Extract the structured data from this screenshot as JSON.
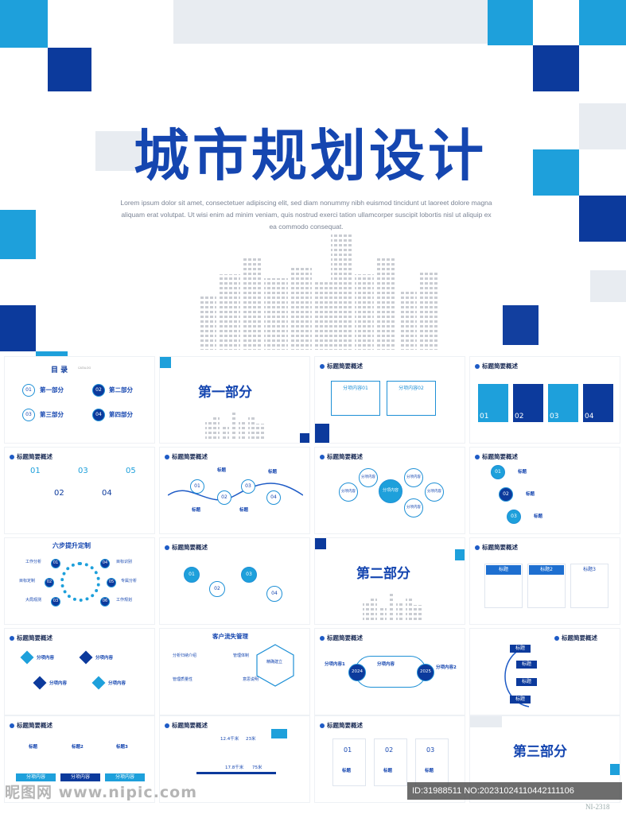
{
  "hero": {
    "title": "城市规划设计",
    "subtitle": "Lorem ipsum dolor sit amet, consectetuer adipiscing elit, sed diam nonummy nibh euismod tincidunt ut laoreet dolore magna aliquam erat volutpat. Ut wisi enim ad minim veniam, quis nostrud exerci tation ullamcorper suscipit lobortis nisl ut aliquip ex ea commodo consequat."
  },
  "colors": {
    "navy": "#0c3a9c",
    "cyan": "#1ea0db",
    "gray": "#e8ecf1",
    "title": "#1546b0"
  },
  "toc": {
    "heading": "目 录",
    "heading_en": "CATALOG",
    "items": [
      {
        "num": "01",
        "label": "第一部分"
      },
      {
        "num": "02",
        "label": "第二部分"
      },
      {
        "num": "03",
        "label": "第三部分"
      },
      {
        "num": "04",
        "label": "第四部分"
      }
    ]
  },
  "slide_header": "标题简要概述",
  "section": {
    "one": "第一部分",
    "two": "第二部分",
    "three": "第三部分"
  },
  "split": {
    "a": "分项内容01",
    "b": "分项内容02"
  },
  "arrow_nums": [
    "01",
    "02",
    "03",
    "04"
  ],
  "columns_nums": [
    "01",
    "02",
    "03",
    "04",
    "05"
  ],
  "wave": {
    "nums": [
      "01",
      "02",
      "03",
      "04"
    ],
    "label": "标题"
  },
  "petals": {
    "center": "分项内容",
    "items": [
      "分项内容",
      "分项内容",
      "分项内容",
      "分项内容",
      "分项内容"
    ]
  },
  "hex": {
    "nums": [
      "01",
      "02",
      "03"
    ],
    "label": "标题"
  },
  "six_steps": {
    "title": "六步提升定制",
    "nums": [
      "01",
      "02",
      "03",
      "04",
      "05",
      "06"
    ],
    "labels": [
      "工作分析",
      "目标定制",
      "大局观测",
      "目标识别",
      "专属分析",
      "工作规划"
    ]
  },
  "dots4": {
    "nums": [
      "01",
      "02",
      "03",
      "04"
    ],
    "label": "标题"
  },
  "cards3": {
    "items": [
      "标题",
      "标题2",
      "标题3"
    ]
  },
  "diamond": {
    "items": [
      "分项内容",
      "分项内容",
      "分项内容",
      "分项内容"
    ]
  },
  "customer": {
    "title": "客户流失管理",
    "items": [
      "分析归纳介绍",
      "管理质量性",
      "管理体制",
      "精确建立",
      "意思说明"
    ]
  },
  "timeline": {
    "left": "分项内容1",
    "center": "分项内容",
    "right": "分项内容2",
    "y1": "2024",
    "y2": "2025"
  },
  "branch": {
    "label": "标题"
  },
  "bottom_cards": {
    "items": [
      "标题",
      "标题2",
      "标题3"
    ],
    "button": "分项内容"
  },
  "run": {
    "a": "12.4千米",
    "b": "23米",
    "c": "17.8千米",
    "d": "75米"
  },
  "clouds": {
    "nums": [
      "01",
      "02",
      "03"
    ],
    "label": "标题"
  },
  "watermark": {
    "left": "昵图网 www.nipic.com",
    "right": "ID:31988511 NO:20231024110442111106",
    "code": "NI-2318"
  }
}
